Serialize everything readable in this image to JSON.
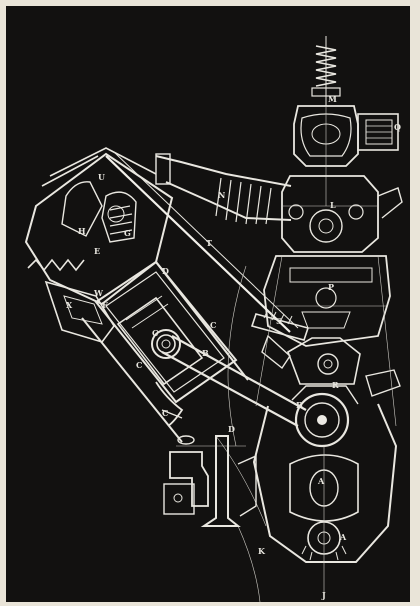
{
  "colors": {
    "plate": "#121110",
    "line": "#e9e7e0",
    "paper": "#e9e4d8"
  },
  "labels": {
    "M": "M",
    "Q": "Q",
    "N": "N",
    "L": "L",
    "P": "P",
    "U": "U",
    "H": "H",
    "E": "E",
    "T": "T",
    "G": "G",
    "W": "W",
    "F": "F",
    "D": "D",
    "X": "X",
    "S": "S",
    "C1": "C",
    "C2": "C",
    "C3": "C",
    "C4": "C",
    "B1": "B",
    "B2": "B",
    "R": "R",
    "D2": "D",
    "A1": "A",
    "A2": "A",
    "K": "K",
    "J": "J"
  }
}
